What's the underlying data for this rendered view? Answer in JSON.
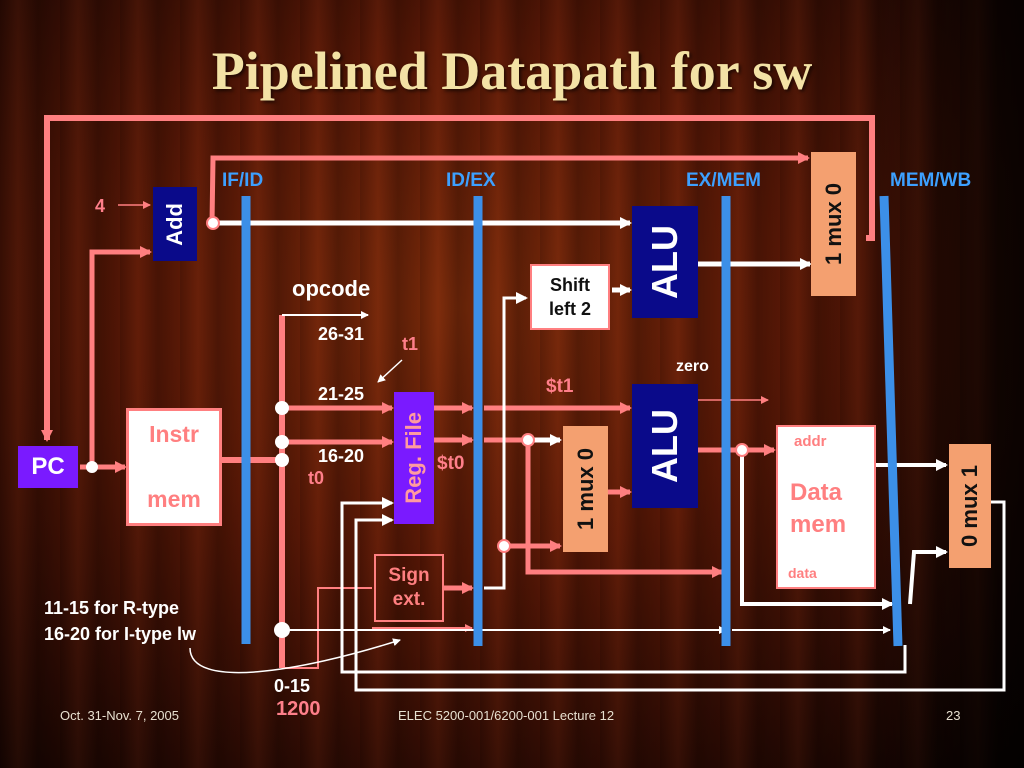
{
  "title": "Pipelined Datapath for sw",
  "registers": [
    "IF/ID",
    "ID/EX",
    "EX/MEM",
    "MEM/WB"
  ],
  "blocks": {
    "pc": "PC",
    "add": "Add",
    "instr_mem": {
      "line1": "Instr",
      "line2": "mem"
    },
    "reg_file": "Reg. File",
    "sign_ext": {
      "line1": "Sign",
      "line2": "ext."
    },
    "shift_left": {
      "line1": "Shift",
      "line2": "left 2"
    },
    "alu_top": "ALU",
    "alu_main": "ALU",
    "mux_branch": "1 mux 0",
    "mux_alu": "1 mux 0",
    "mux_wb": "0 mux 1",
    "data_mem": {
      "line1": "Data",
      "line2": "mem",
      "addr": "addr",
      "data": "data"
    }
  },
  "labels": {
    "four": "4",
    "opcode": "opcode",
    "bits_26_31": "26-31",
    "bits_21_25": "21-25",
    "bits_16_20": "16-20",
    "bits_0_15": "0-15",
    "value_1200": "1200",
    "t1": "t1",
    "t0": "t0",
    "reg_t1": "$t1",
    "reg_t0": "$t0",
    "zero": "zero",
    "note_rtype": "11-15 for R-type",
    "note_itype": "16-20 for I-type lw"
  },
  "footer": {
    "date": "Oct. 31-Nov. 7, 2005",
    "course": "ELEC 5200-001/6200-001 Lecture 12",
    "page": "23"
  },
  "colors": {
    "wire_pink": "#ff7f80",
    "wire_white": "#ffffff",
    "pipeline_blue": "#3c8fe8",
    "block_navy": "#0a0a8a",
    "block_purple": "#7a1aff",
    "block_orange": "#f4a070",
    "title_cream": "#f3e2a5"
  }
}
